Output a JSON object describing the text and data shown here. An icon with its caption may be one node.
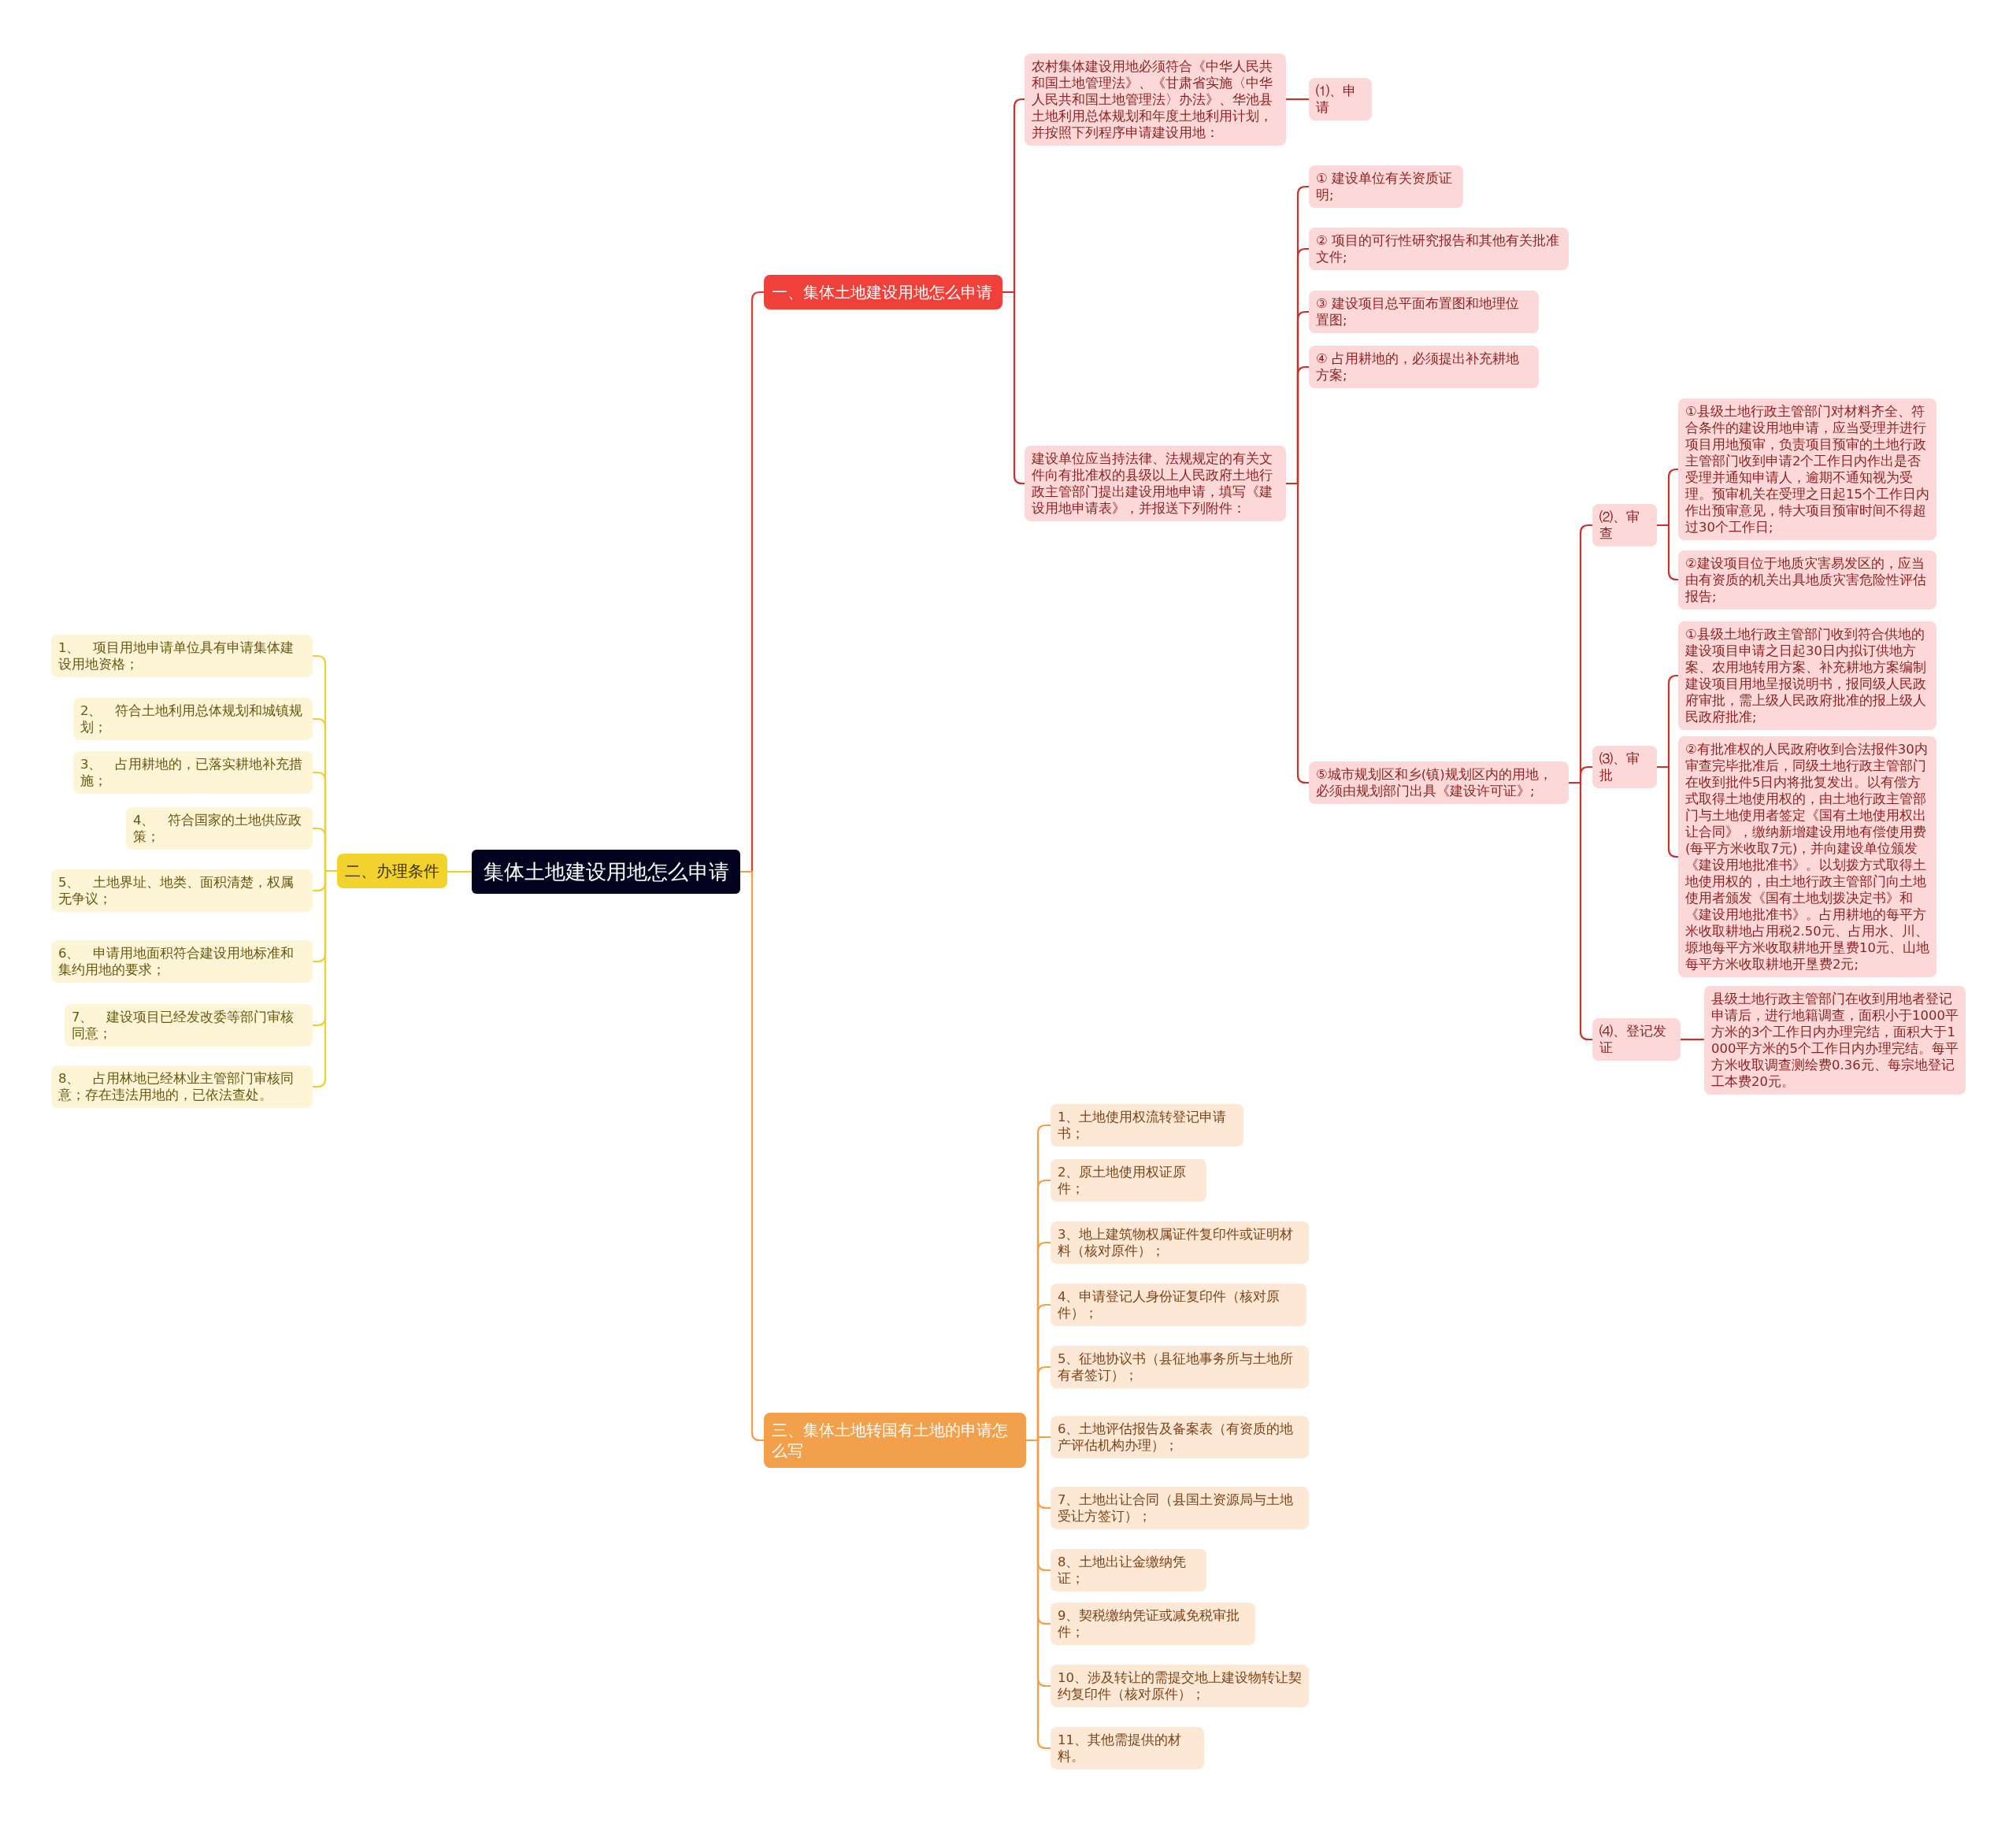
{
  "diagram": {
    "nodes": [
      {
        "text": [
          "集体土地建设用地怎么申请"
        ]
      },
      {
        "text": [
          "一、集体土地建设用地怎么申请"
        ]
      },
      {
        "text": [
          "农村集体建设用地必须符合《中华人民共和国土地管理法》、《甘肃省实施〈中华人民共和国土地管理法〉办法》、华池县土地利用总体规划和年度土地利用计划，并按照下列程序申请建设用地："
        ]
      },
      {
        "text": [
          "⑴、申请"
        ]
      },
      {
        "text": [
          "建设单位应当持法律、法规规定的有关文件向有批准权的县级以上人民政府土地行政主管部门提出建设用地申请，填写《建设用地申请表》，并报送下列附件："
        ]
      },
      {
        "text": [
          "① 建设单位有关资质证明;"
        ]
      },
      {
        "text": [
          "② 项目的可行性研究报告和其他有关批准文件;"
        ]
      },
      {
        "text": [
          "③ 建设项目总平面布置图和地理位置图;"
        ]
      },
      {
        "text": [
          "④ 占用耕地的，必须提出补充耕地方案;"
        ]
      },
      {
        "text": [
          "⑤城市规划区和乡(镇)规划区内的用地，必须由规划部门出具《建设许可证》;"
        ]
      },
      {
        "text": [
          "⑵、审查"
        ]
      },
      {
        "text": [
          "①县级土地行政主管部门对材料齐全、符合条件的建设用地申请，应当受理并进行项目用地预审，负责项目预审的土地行政主管部门收到申请2个工作日内作出是否受理并通知申请人，逾期不通知视为受理。预审机关在受理之日起15个工作日内作出预审意见，特大项目预审时间不得超过30个工作日;"
        ]
      },
      {
        "text": [
          "②建设项目位于地质灾害易发区的，应当由有资质的机关出具地质灾害危险性评估报告;"
        ]
      },
      {
        "text": [
          "⑶、审批"
        ]
      },
      {
        "text": [
          "①县级土地行政主管部门收到符合供地的建设项目申请之日起30日内拟订供地方案、农用地转用方案、补充耕地方案编制建设项目用地呈报说明书，报同级人民政府审批，需上级人民政府批准的报上级人民政府批准;"
        ]
      },
      {
        "text": [
          "②有批准权的人民政府收到合法报件30内审查完毕批准后，同级土地行政主管部门在收到批件5日内将批复发出。以有偿方式取得土地使用权的，由土地行政主管部门与土地使用者签定《国有土地使用权出让合同》，缴纳新增建设用地有偿使用费(每平方米收取7元)，并向建设单位颁发《建设用地批准书》。以划拨方式取得土地使用权的，由土地行政主管部门向土地使用者颁发《国有土地划拨决定书》和《建设用地批准书》。占用耕地的每平方米收取耕地占用税2.50元、占用水、川、塬地每平方米收取耕地开垦费10元、山地每平方米收取耕地开垦费2元;"
        ]
      },
      {
        "text": [
          "⑷、登记发证"
        ]
      },
      {
        "text": [
          "县级土地行政主管部门在收到用地者登记申请后，进行地籍调查，面积小于1000平方米的3个工作日内办理完结，面积大于1000平方米的5个工作日内办理完结。每平方米收取调查测绘费0.36元、每宗地登记工本费20元。"
        ]
      },
      {
        "text": [
          "二、办理条件"
        ]
      },
      {
        "text": [
          "1、　项目用地申请单位具有申请集体建设用地资格；"
        ]
      },
      {
        "text": [
          "2、　符合土地利用总体规划和城镇规划；"
        ]
      },
      {
        "text": [
          "3、　占用耕地的，已落实耕地补充措施；"
        ]
      },
      {
        "text": [
          "4、　符合国家的土地供应政策；"
        ]
      },
      {
        "text": [
          "5、　土地界址、地类、面积清楚，权属无争议；"
        ]
      },
      {
        "text": [
          "6、　申请用地面积符合建设用地标准和集约用地的要求；"
        ]
      },
      {
        "text": [
          "7、　建设项目已经发改委等部门审核同意；"
        ]
      },
      {
        "text": [
          "8、　占用林地已经林业主管部门审核同意；存在违法用地的，已依法查处。"
        ]
      },
      {
        "text": [
          "三、集体土地转国有土地的申请怎么写"
        ]
      },
      {
        "text": [
          "1、土地使用权流转登记申请书；"
        ]
      },
      {
        "text": [
          "2、原土地使用权证原件；"
        ]
      },
      {
        "text": [
          "3、地上建筑物权属证件复印件或证明材料（核对原件）；"
        ]
      },
      {
        "text": [
          "4、申请登记人身份证复印件（核对原件）；"
        ]
      },
      {
        "text": [
          "5、征地协议书（县征地事务所与土地所有者签订）；"
        ]
      },
      {
        "text": [
          "6、土地评估报告及备案表（有资质的地产评估机构办理）；"
        ]
      },
      {
        "text": [
          "7、土地出让合同（县国土资源局与土地受让方签订）；"
        ]
      },
      {
        "text": [
          "8、土地出让金缴纳凭证；"
        ]
      },
      {
        "text": [
          "9、契税缴纳凭证或减免税审批件；"
        ]
      },
      {
        "text": [
          "10、涉及转让的需提交地上建设物转让契约复印件（核对原件）；"
        ]
      },
      {
        "text": [
          "11、其他需提供的材料。"
        ]
      }
    ],
    "edges": [
      {
        "from": 0,
        "to": 1,
        "arrow": "none"
      },
      {
        "from": 1,
        "to": 2,
        "arrow": "none"
      },
      {
        "from": 2,
        "to": 3,
        "arrow": "none"
      },
      {
        "from": 1,
        "to": 4,
        "arrow": "none"
      },
      {
        "from": 4,
        "to": 5,
        "arrow": "none"
      },
      {
        "from": 4,
        "to": 6,
        "arrow": "none"
      },
      {
        "from": 4,
        "to": 7,
        "arrow": "none"
      },
      {
        "from": 4,
        "to": 8,
        "arrow": "none"
      },
      {
        "from": 4,
        "to": 9,
        "arrow": "none"
      },
      {
        "from": 9,
        "to": 10,
        "arrow": "none"
      },
      {
        "from": 10,
        "to": 11,
        "arrow": "none"
      },
      {
        "from": 10,
        "to": 12,
        "arrow": "none"
      },
      {
        "from": 9,
        "to": 13,
        "arrow": "none"
      },
      {
        "from": 13,
        "to": 14,
        "arrow": "none"
      },
      {
        "from": 13,
        "to": 15,
        "arrow": "none"
      },
      {
        "from": 9,
        "to": 16,
        "arrow": "none"
      },
      {
        "from": 16,
        "to": 17,
        "arrow": "none"
      },
      {
        "from": 0,
        "to": 18,
        "arrow": "none",
        "color": "#efd033"
      },
      {
        "from": 18,
        "to": 19,
        "arrow": "none",
        "color": "#efd033"
      },
      {
        "from": 18,
        "to": 20,
        "arrow": "none",
        "color": "#efd033"
      },
      {
        "from": 18,
        "to": 21,
        "arrow": "none",
        "color": "#efd033"
      },
      {
        "from": 18,
        "to": 22,
        "arrow": "none",
        "color": "#efd033"
      },
      {
        "from": 18,
        "to": 23,
        "arrow": "none",
        "color": "#efd033"
      },
      {
        "from": 18,
        "to": 24,
        "arrow": "none",
        "color": "#efd033"
      },
      {
        "from": 18,
        "to": 25,
        "arrow": "none",
        "color": "#efd033"
      },
      {
        "from": 18,
        "to": 26,
        "arrow": "none",
        "color": "#efd033"
      },
      {
        "from": 0,
        "to": 27,
        "arrow": "none",
        "color": "#f0a04b"
      },
      {
        "from": 27,
        "to": 28,
        "arrow": "none",
        "color": "#f0a04b"
      },
      {
        "from": 27,
        "to": 29,
        "arrow": "none",
        "color": "#f0a04b"
      },
      {
        "from": 27,
        "to": 30,
        "arrow": "none",
        "color": "#f0a04b"
      },
      {
        "from": 27,
        "to": 31,
        "arrow": "none",
        "color": "#f0a04b"
      },
      {
        "from": 27,
        "to": 32,
        "arrow": "none",
        "color": "#f0a04b"
      },
      {
        "from": 27,
        "to": 33,
        "arrow": "none",
        "color": "#f0a04b"
      },
      {
        "from": 27,
        "to": 34,
        "arrow": "none",
        "color": "#f0a04b"
      },
      {
        "from": 27,
        "to": 35,
        "arrow": "none",
        "color": "#f0a04b"
      },
      {
        "from": 27,
        "to": 36,
        "arrow": "none",
        "color": "#f0a04b"
      },
      {
        "from": 27,
        "to": 37,
        "arrow": "none",
        "color": "#f0a04b"
      },
      {
        "from": 27,
        "to": 38,
        "arrow": "none",
        "color": "#f0a04b"
      }
    ]
  }
}
